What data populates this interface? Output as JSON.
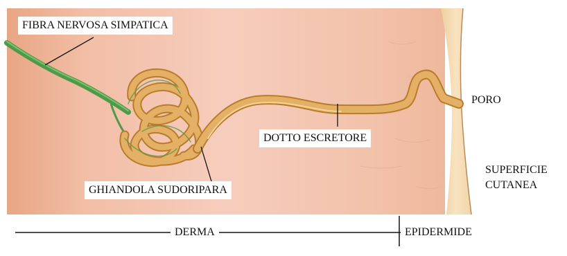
{
  "labels": {
    "fibra": "FIBRA NERVOSA SIMPATICA",
    "dotto": "DOTTO ESCRETORE",
    "ghiandola": "GHIANDOLA SUDORIPARA",
    "poro": "PORO",
    "superficie_1": "SUPERFICIE",
    "superficie_2": "CUTANEA",
    "derma": "DERMA",
    "epidermide": "EPIDERMIDE"
  },
  "colors": {
    "dermis": "#f3c4b0",
    "epidermis": "#f6dbb4",
    "gland": "#d9a24a",
    "nerve": "#4f9a4a"
  }
}
